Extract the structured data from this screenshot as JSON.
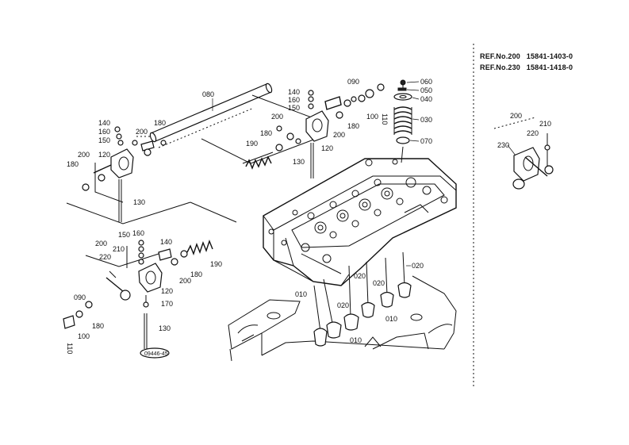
{
  "ref_notes": [
    {
      "label": "REF.No.200",
      "code": "15841-1403-0"
    },
    {
      "label": "REF.No.230",
      "code": "15841-1418-0"
    }
  ],
  "stamp": "09446-45",
  "callouts": {
    "c080": "080",
    "c060": "060",
    "c050": "050",
    "c040": "040",
    "c030": "030",
    "c070": "070",
    "c090a": "090",
    "c110a": "110",
    "c100a": "100",
    "c180a": "180",
    "c200a": "200",
    "c140a": "140",
    "c160a": "160",
    "c150a": "150",
    "c200b": "200",
    "c180b": "180",
    "c190a": "190",
    "c120a": "120",
    "c130a": "130",
    "c140b": "140",
    "c160b": "160",
    "c150b": "150",
    "c200c": "200",
    "c180c": "180",
    "c120b": "120",
    "c180d": "180",
    "c200d": "200",
    "c130b": "130",
    "c150c": "150",
    "c160c": "160",
    "c140c": "140",
    "c200e": "200",
    "c210a": "210",
    "c220a": "220",
    "c190b": "190",
    "c180e": "180",
    "c200f": "200",
    "c120c": "120",
    "c170": "170",
    "c090b": "090",
    "c130c": "130",
    "c110b": "110",
    "c100b": "100",
    "c180f": "180",
    "c020a": "020",
    "c020b": "020",
    "c020c": "020",
    "c010a": "010",
    "c010b": "010",
    "c010c": "010",
    "c020d": "020",
    "c200g": "200",
    "c210b": "210",
    "c220b": "220",
    "c230": "230"
  }
}
